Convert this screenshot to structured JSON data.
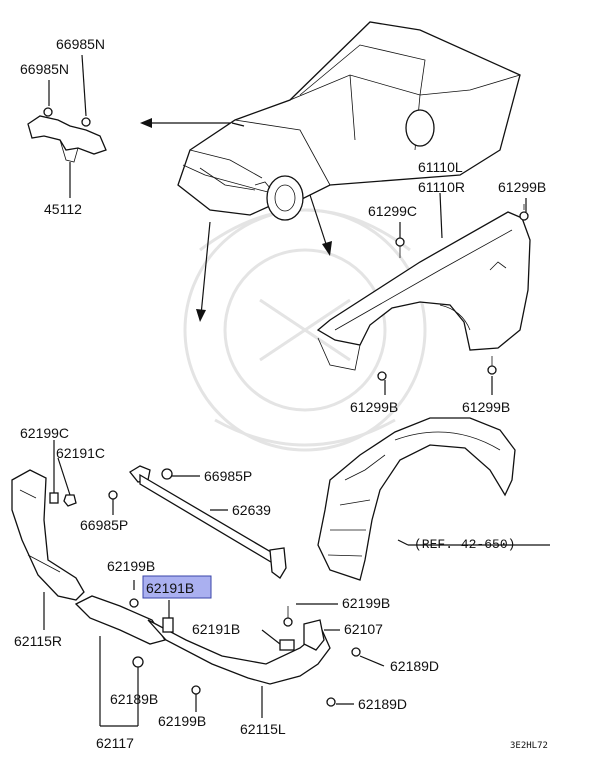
{
  "diagram": {
    "highlight_color": "#aab0f0",
    "labels": {
      "p66985N_a": "66985N",
      "p66985N_b": "66985N",
      "p45112": "45112",
      "p61110L": "61110L",
      "p61110R": "61110R",
      "p61299B_top": "61299B",
      "p61299C": "61299C",
      "p61299B_mid_left": "61299B",
      "p61299B_mid_right": "61299B",
      "p62199C": "62199C",
      "p62191C": "62191C",
      "p66985P_a": "66985P",
      "p62639": "62639",
      "p66985P_b": "66985P",
      "ref": "(REF. 42-650)",
      "p62199B_a": "62199B",
      "p62191B_hl": "62191B",
      "p62199B_b": "62199B",
      "p62191B_b": "62191B",
      "p62107": "62107",
      "p62115R": "62115R",
      "p62189D_a": "62189D",
      "p62189B": "62189B",
      "p62189D_b": "62189D",
      "p62199B_c": "62199B",
      "p62115L": "62115L",
      "p62117": "62117"
    },
    "drawing_code": "3E2HL72"
  }
}
